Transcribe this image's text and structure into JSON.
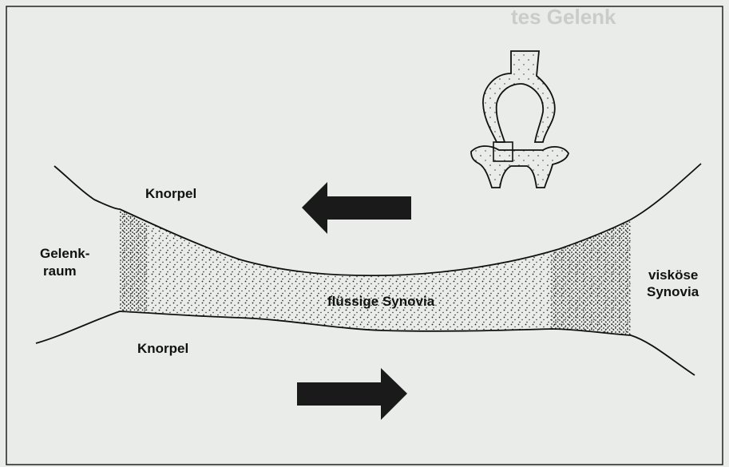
{
  "labels": {
    "top_cartilage": "Knorpel",
    "bottom_cartilage": "Knorpel",
    "joint_space_line1": "Gelenk-",
    "joint_space_line2": "raum",
    "fluid_synovia": "flüssige Synovia",
    "viscous_synovia_line1": "visköse",
    "viscous_synovia_line2": "Synovia"
  },
  "header_fragment": "tes Gelenk",
  "colors": {
    "background": "#e9ece8",
    "ink": "#111111",
    "arrow": "#1a1a1a",
    "frame": "#222222"
  },
  "arrows": {
    "upper": "left",
    "lower": "right"
  },
  "icons": {
    "inset": "knee-joint-icon"
  }
}
